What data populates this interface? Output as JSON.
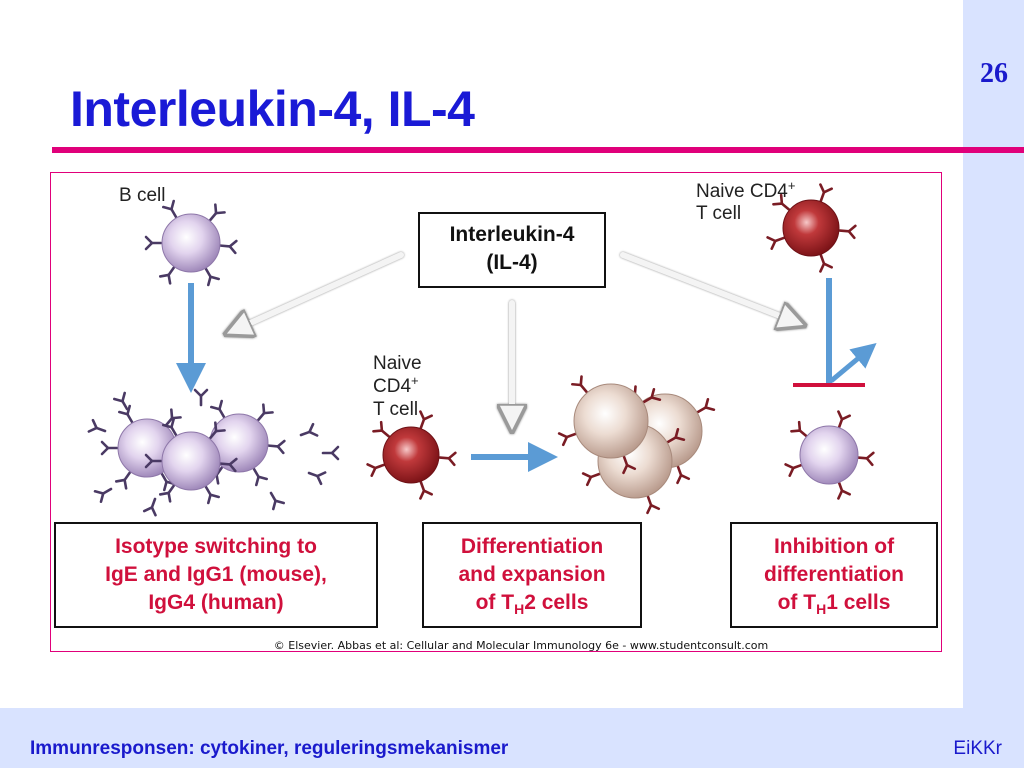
{
  "slide": {
    "number": "26",
    "title": "Interleukin-4, IL-4"
  },
  "figure": {
    "center_box": {
      "line1": "Interleukin-4",
      "line2": "(IL-4)"
    },
    "b_cell_label": "B cell",
    "naive_cd4_right": {
      "line1": "Naive CD4",
      "sup": "+",
      "line2": "T cell"
    },
    "naive_cd4_middle": {
      "line1": "Naive",
      "line2": "CD4",
      "sup": "+",
      "line3": "T cell"
    },
    "outcomes": {
      "left": {
        "line1": "Isotype switching to",
        "line2": "IgE and IgG1 (mouse),",
        "line3": "IgG4 (human)"
      },
      "middle": {
        "line1": "Differentiation",
        "line2": "and expansion",
        "line3_prefix": "of T",
        "line3_sub": "H",
        "line3_suffix": "2 cells"
      },
      "right": {
        "line1": "Inhibition of",
        "line2": "differentiation",
        "line3_prefix": "of T",
        "line3_sub": "H",
        "line3_suffix": "1 cells"
      }
    },
    "credit": "© Elsevier. Abbas et al: Cellular and Molecular Immunology 6e - www.studentconsult.com"
  },
  "footer": {
    "text": "Immunresponsen: cytokiner, reguleringsmekanismer",
    "author": "EiKKr"
  },
  "colors": {
    "title_blue": "#1a1ad6",
    "rule_magenta": "#e0007a",
    "outcome_red": "#d0103c",
    "sidebar": "#d9e3ff"
  }
}
